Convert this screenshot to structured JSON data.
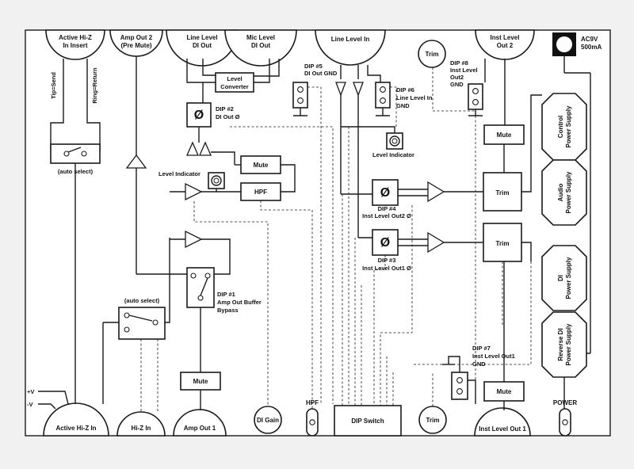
{
  "top_jacks": {
    "active_hiz_insert": [
      "Active Hi-Z",
      "In Insert"
    ],
    "amp_out2": [
      "Amp Out 2",
      "(Pre Mute)"
    ],
    "line_di_out": [
      "Line Level",
      "DI Out"
    ],
    "mic_di_out": [
      "Mic Level",
      "DI Out"
    ],
    "line_in": "Line Level In",
    "inst_out2": [
      "Inst Level",
      "Out 2"
    ]
  },
  "bottom_jacks": {
    "active_hiz_in": "Active Hi-Z In",
    "hiz_in": "Hi-Z In",
    "amp_out1": "Amp Out 1",
    "inst_out1": "Inst Level Out 1"
  },
  "knobs": {
    "trim_top": "Trim",
    "di_gain": "DI Gain",
    "hpf": "HPF",
    "trim_bottom": "Trim",
    "power": "POWER"
  },
  "insert_labels": {
    "tip": "Tip=Send",
    "ring": "Ring=Return"
  },
  "voltage_labels": {
    "plus": "+V",
    "minus": "-V"
  },
  "ac": {
    "line1": "AC9V",
    "line2": "500mA"
  },
  "power_supplies": [
    [
      "Control",
      "Power Supply"
    ],
    [
      "Audio",
      "Power Supply"
    ],
    [
      "DI",
      "Power Supply"
    ],
    [
      "Reverse DI",
      "Power Supply"
    ]
  ],
  "blocks": {
    "level_converter": [
      "Level",
      "Converter"
    ],
    "mute_mid": "Mute",
    "hpf": "HPF",
    "mute_right": "Mute",
    "mute_bottom": "Mute",
    "mute_right_bottom": "Mute",
    "trim_upper": "Trim",
    "trim_lower": "Trim",
    "dip_switch": "DIP Switch"
  },
  "labels": {
    "auto_select_top": "(auto select)",
    "auto_select_bottom": "(auto select)",
    "level_indicator_left": "Level  Indicator",
    "level_indicator_right": "Level  Indicator",
    "dip1": [
      "DIP #1",
      "Amp Out Buffer",
      "Bypass"
    ],
    "dip2": [
      "DIP #2",
      "DI Out Ø"
    ],
    "dip3": [
      "DIP #3",
      "Inst Level  Out1  Ø"
    ],
    "dip4": [
      "DIP #4",
      "Inst Level  Out2  Ø"
    ],
    "dip5": [
      "DIP #5",
      "DI Out GND"
    ],
    "dip6": [
      "DIP #6",
      "Line Level In",
      "GND"
    ],
    "dip7": [
      "DIP #7",
      "Inst Level Out1",
      "GND"
    ],
    "dip8": [
      "DIP #8",
      "Inst Level",
      "Out2",
      "GND"
    ]
  },
  "phase_symbol": "Ø"
}
